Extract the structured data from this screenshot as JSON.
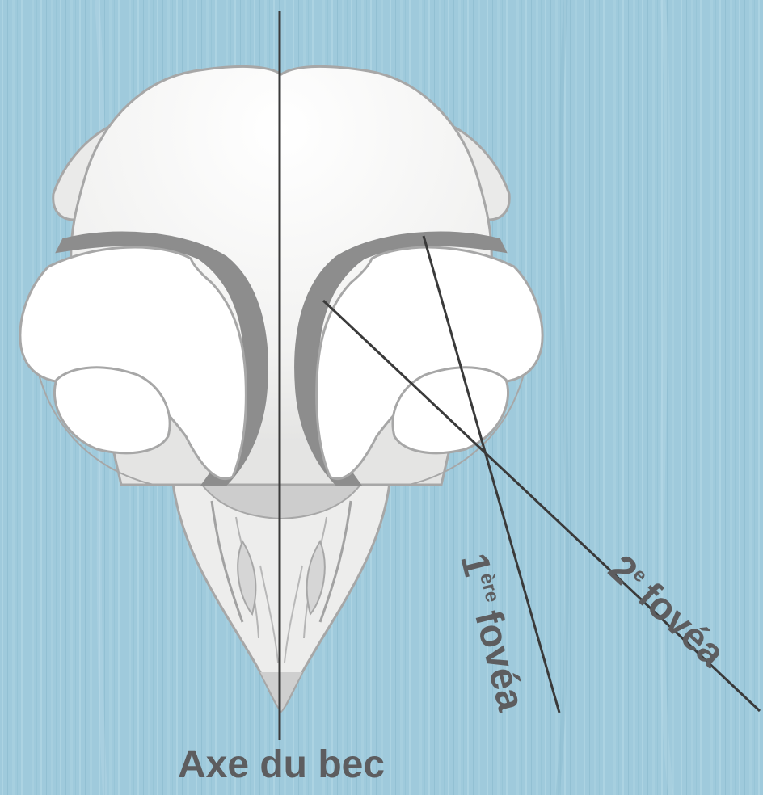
{
  "labels": {
    "beak_axis": "Axe du bec",
    "first_fovea_number": "1",
    "first_fovea_suffix": "ère",
    "first_fovea_word": "fovéa",
    "second_fovea_number": "2",
    "second_fovea_suffix": "e",
    "second_fovea_word": "fovéa"
  },
  "colors": {
    "background": "#9fcadc",
    "skull_fill": "#f1f1f0",
    "skull_outline": "#a7a7a7",
    "orbit_band": "#8d8d8d",
    "line": "#3a3a3a",
    "text": "#5d5d5f"
  }
}
